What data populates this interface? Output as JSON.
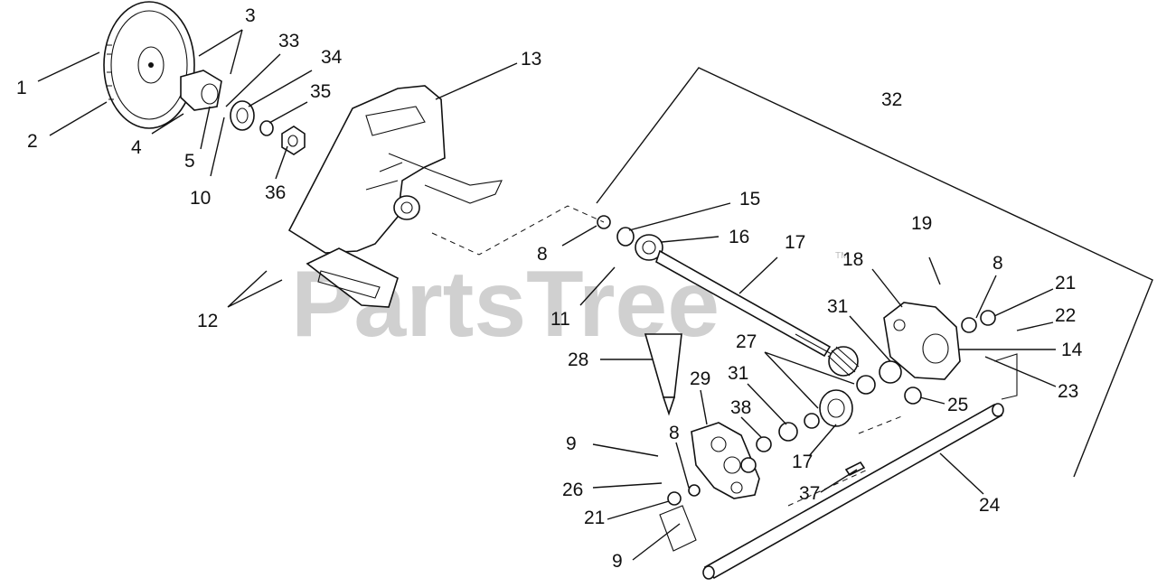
{
  "watermark": {
    "text": "PartsTree",
    "tm": "TM"
  },
  "callouts": [
    {
      "id": "c1",
      "label": "1"
    },
    {
      "id": "c2",
      "label": "2"
    },
    {
      "id": "c3",
      "label": "3"
    },
    {
      "id": "c4",
      "label": "4"
    },
    {
      "id": "c5",
      "label": "5"
    },
    {
      "id": "c10",
      "label": "10"
    },
    {
      "id": "c33",
      "label": "33"
    },
    {
      "id": "c34",
      "label": "34"
    },
    {
      "id": "c35",
      "label": "35"
    },
    {
      "id": "c36",
      "label": "36"
    },
    {
      "id": "c13",
      "label": "13"
    },
    {
      "id": "c12",
      "label": "12"
    },
    {
      "id": "c32",
      "label": "32"
    },
    {
      "id": "c15",
      "label": "15"
    },
    {
      "id": "c16",
      "label": "16"
    },
    {
      "id": "c8a",
      "label": "8"
    },
    {
      "id": "c17a",
      "label": "17"
    },
    {
      "id": "c11",
      "label": "11"
    },
    {
      "id": "c19",
      "label": "19"
    },
    {
      "id": "c18",
      "label": "18"
    },
    {
      "id": "c8b",
      "label": "8"
    },
    {
      "id": "c21a",
      "label": "21"
    },
    {
      "id": "c22",
      "label": "22"
    },
    {
      "id": "c14",
      "label": "14"
    },
    {
      "id": "c31a",
      "label": "31"
    },
    {
      "id": "c27",
      "label": "27"
    },
    {
      "id": "c28",
      "label": "28"
    },
    {
      "id": "c29",
      "label": "29"
    },
    {
      "id": "c31b",
      "label": "31"
    },
    {
      "id": "c38",
      "label": "38"
    },
    {
      "id": "c23",
      "label": "23"
    },
    {
      "id": "c25",
      "label": "25"
    },
    {
      "id": "c9a",
      "label": "9"
    },
    {
      "id": "c8c",
      "label": "8"
    },
    {
      "id": "c17b",
      "label": "17"
    },
    {
      "id": "c26",
      "label": "26"
    },
    {
      "id": "c37",
      "label": "37"
    },
    {
      "id": "c24",
      "label": "24"
    },
    {
      "id": "c21b",
      "label": "21"
    },
    {
      "id": "c9b",
      "label": "9"
    }
  ]
}
